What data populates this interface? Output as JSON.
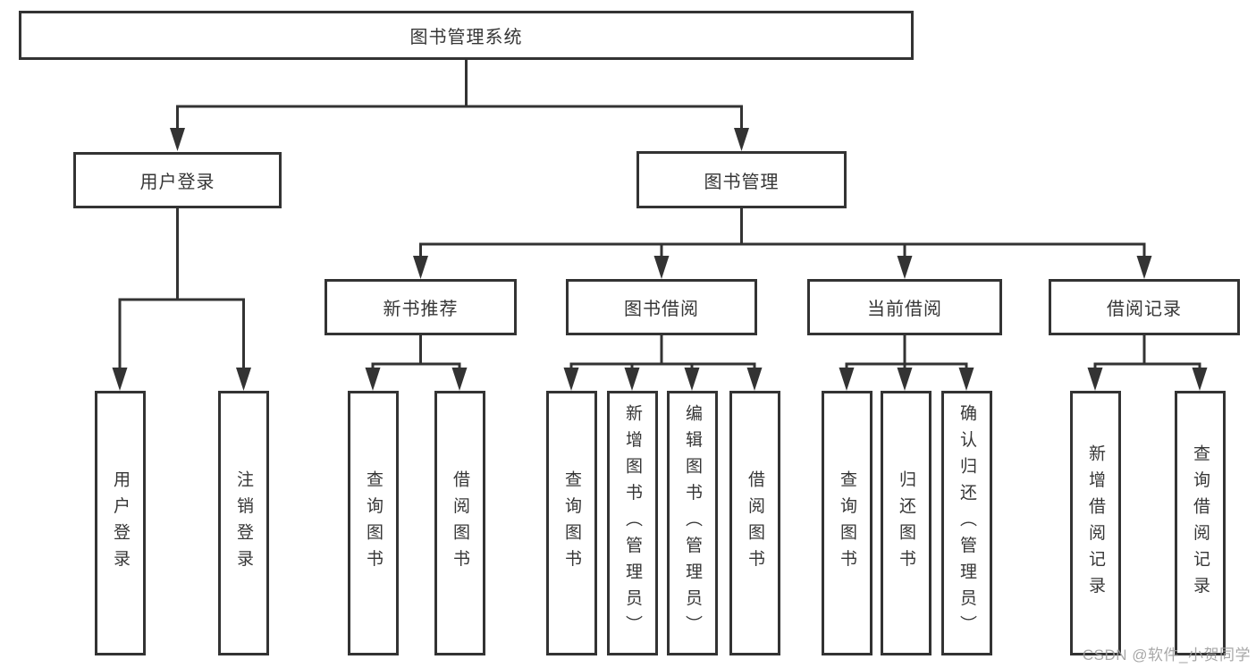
{
  "colors": {
    "line": "#333333",
    "box_border": "#333333",
    "text": "#363636",
    "background": "#ffffff",
    "watermark": "#9e9e9e"
  },
  "watermark": {
    "text": "CSDN @软件_小贺同学"
  },
  "tree": {
    "root": {
      "label": "图书管理系统"
    },
    "branches": [
      {
        "label": "用户登录",
        "leaves": [
          {
            "label": "用户登录"
          },
          {
            "label": "注销登录"
          }
        ]
      },
      {
        "label": "图书管理",
        "groups": [
          {
            "label": "新书推荐",
            "leaves": [
              {
                "label": "查询图书"
              },
              {
                "label": "借阅图书"
              }
            ]
          },
          {
            "label": "图书借阅",
            "leaves": [
              {
                "label": "查询图书"
              },
              {
                "label": "新增图书（管理员）"
              },
              {
                "label": "编辑图书（管理员）"
              },
              {
                "label": "借阅图书"
              }
            ]
          },
          {
            "label": "当前借阅",
            "leaves": [
              {
                "label": "查询图书"
              },
              {
                "label": "归还图书"
              },
              {
                "label": "确认归还（管理员）"
              }
            ]
          },
          {
            "label": "借阅记录",
            "leaves": [
              {
                "label": "新增借阅记录"
              },
              {
                "label": "查询借阅记录"
              }
            ]
          }
        ]
      }
    ]
  }
}
